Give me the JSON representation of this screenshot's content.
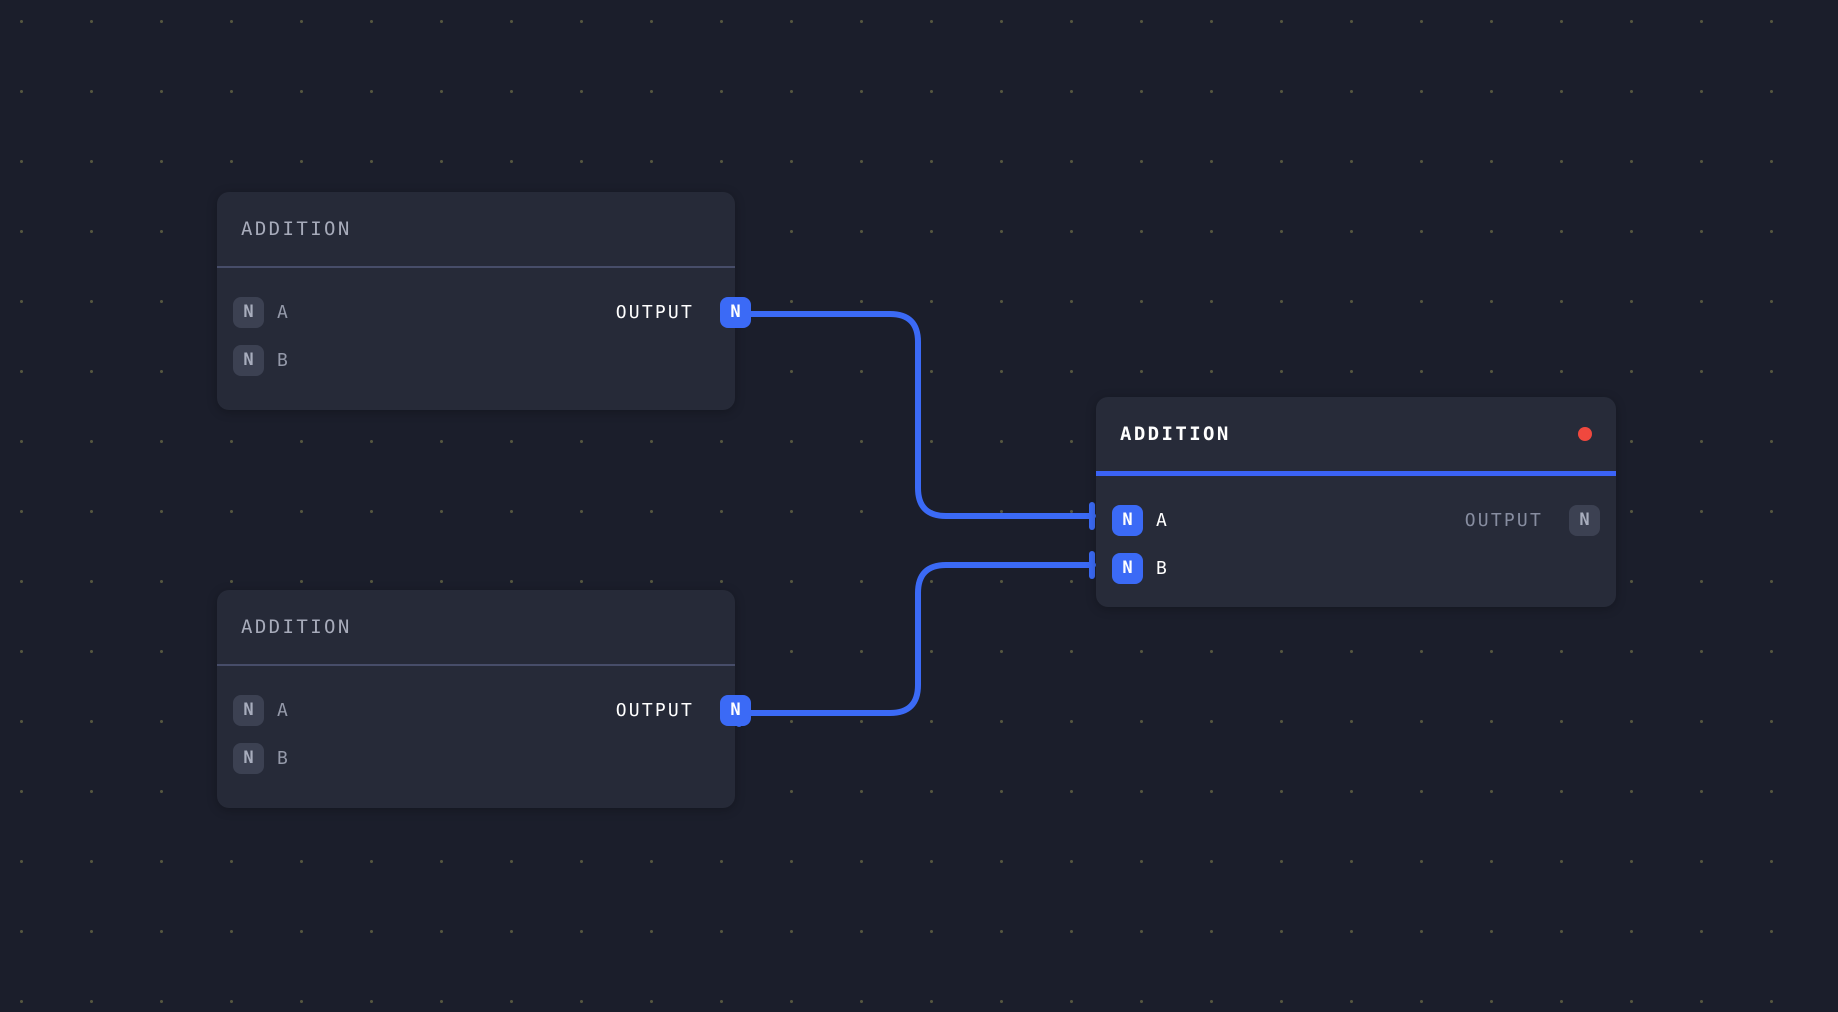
{
  "canvas": {
    "background_color": "#1b1e2b",
    "grid_dot_color": "#55563f",
    "accent_color": "#3b6af6",
    "status_color": "#f0483e"
  },
  "nodes": [
    {
      "id": "addition-1",
      "title": "ADDITION",
      "selected": false,
      "inputs": [
        {
          "label": "A",
          "badge": "N",
          "connected": false
        },
        {
          "label": "B",
          "badge": "N",
          "connected": false
        }
      ],
      "outputs": [
        {
          "label": "OUTPUT",
          "badge": "N",
          "connected": true
        }
      ]
    },
    {
      "id": "addition-2",
      "title": "ADDITION",
      "selected": false,
      "inputs": [
        {
          "label": "A",
          "badge": "N",
          "connected": false
        },
        {
          "label": "B",
          "badge": "N",
          "connected": false
        }
      ],
      "outputs": [
        {
          "label": "OUTPUT",
          "badge": "N",
          "connected": true
        }
      ]
    },
    {
      "id": "addition-3",
      "title": "ADDITION",
      "selected": true,
      "status_indicator": "error-dot",
      "inputs": [
        {
          "label": "A",
          "badge": "N",
          "connected": true
        },
        {
          "label": "B",
          "badge": "N",
          "connected": true
        }
      ],
      "outputs": [
        {
          "label": "OUTPUT",
          "badge": "N",
          "connected": false
        }
      ]
    }
  ],
  "connections": [
    {
      "from": "addition-1.OUTPUT",
      "to": "addition-3.A",
      "color": "#3b6af6"
    },
    {
      "from": "addition-2.OUTPUT",
      "to": "addition-3.B",
      "color": "#3b6af6"
    }
  ]
}
